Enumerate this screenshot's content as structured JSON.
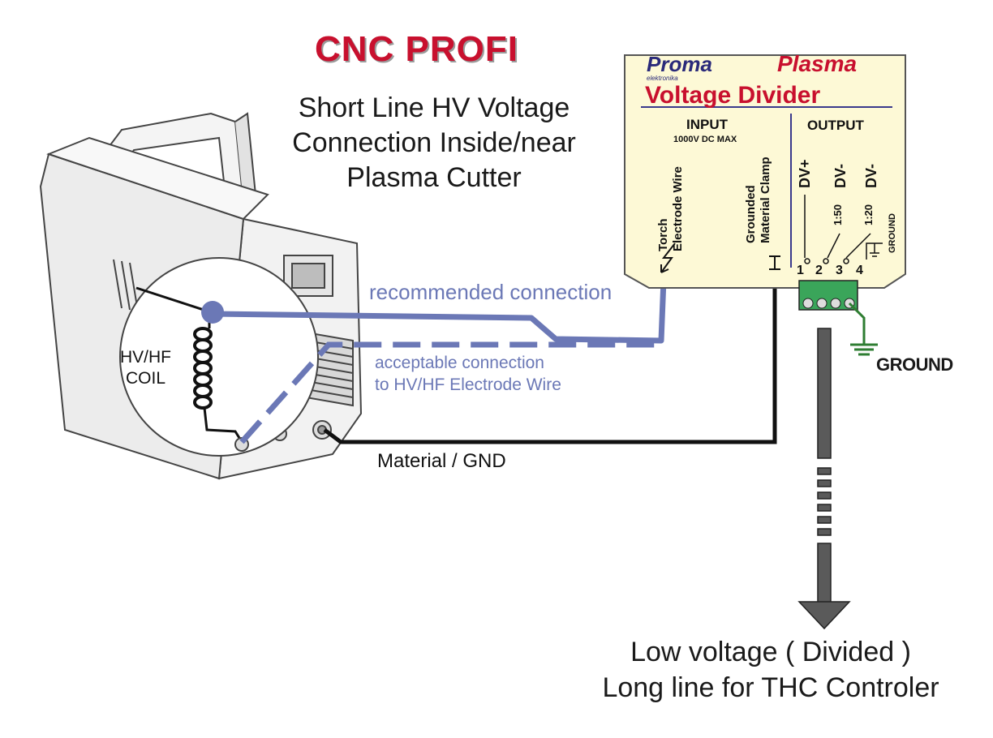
{
  "header": {
    "title": "CNC PROFI",
    "subtitle_lines": [
      "Short Line HV Voltage",
      "Connection Inside/near",
      "Plasma Cutter"
    ]
  },
  "device": {
    "brand": "Proma",
    "brand_sub": "elektronika",
    "product_line1": "Plasma",
    "product_line2": "Voltage Divider",
    "input_label": "INPUT",
    "input_rating": "1000V DC MAX",
    "output_label": "OUTPUT",
    "input_pins": [
      "Torch",
      "Electrode Wire",
      "Grounded",
      "Material Clamp"
    ],
    "output_pins": [
      {
        "num": "1",
        "name": "DV+",
        "ratio": ""
      },
      {
        "num": "2",
        "name": "DV-",
        "ratio": "1:50"
      },
      {
        "num": "3",
        "name": "DV-",
        "ratio": "1:20"
      },
      {
        "num": "4",
        "name": "GROUND",
        "ratio": ""
      }
    ]
  },
  "labels": {
    "recommended": "recommended connection",
    "acceptable_line1": "acceptable connection",
    "acceptable_line2": "to HV/HF Electrode Wire",
    "material": "Material / GND",
    "coil_line1": "HV/HF",
    "coil_line2": "COIL",
    "ground": "GROUND",
    "low_line1": "Low voltage ( Divided )",
    "low_line2": "Long line for THC Controler"
  },
  "colors": {
    "title_red": "#c8102e",
    "wire_blue": "#6b78b6",
    "box_fill": "#fdf9d6",
    "ground_green": "#2e7d32",
    "cable_gray": "#5a5a5a"
  }
}
